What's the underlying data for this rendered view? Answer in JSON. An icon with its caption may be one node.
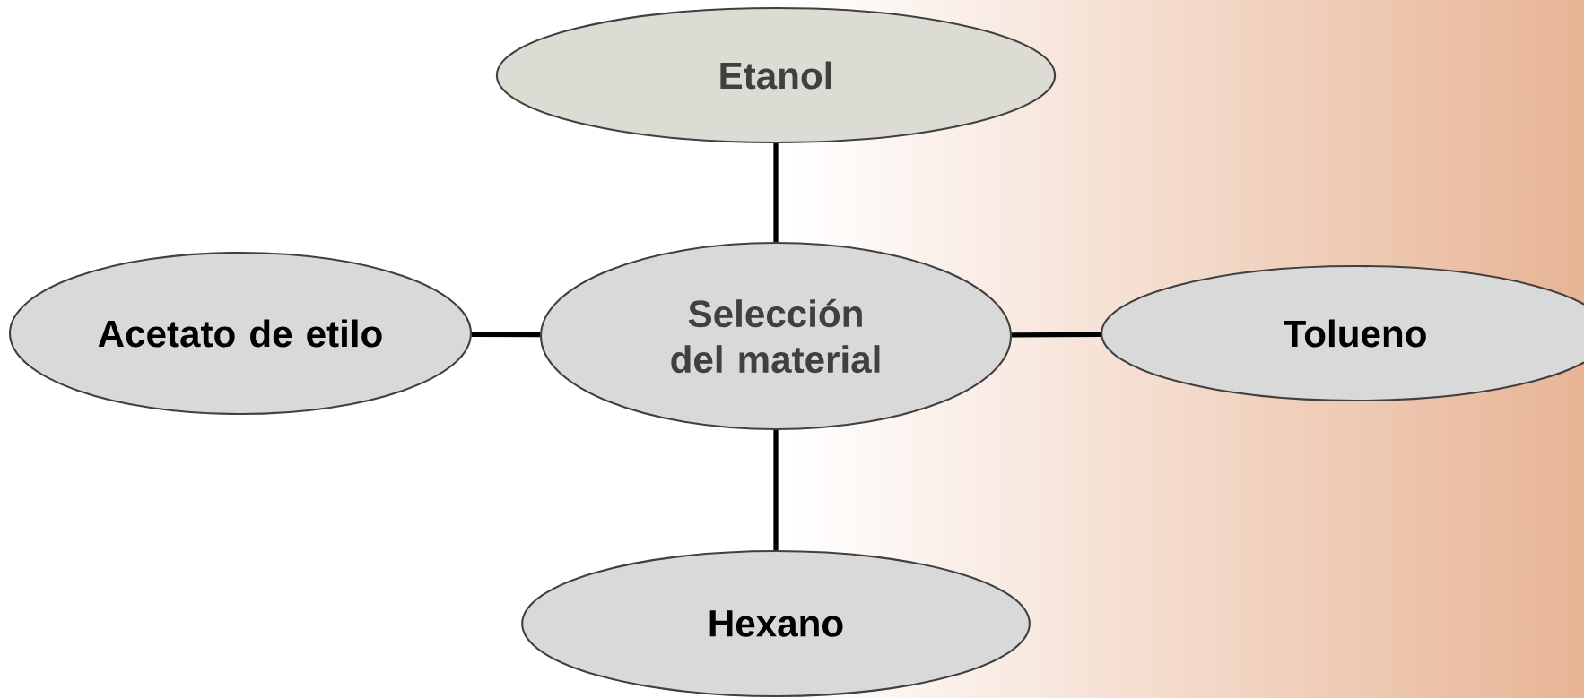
{
  "diagram": {
    "nodes": [
      {
        "text": [
          "Etanol"
        ]
      },
      {
        "text": [
          "Acetato de etilo"
        ]
      },
      {
        "text": [
          "Selección del material"
        ]
      },
      {
        "text": [
          "Tolueno"
        ]
      },
      {
        "text": [
          "Hexano"
        ]
      }
    ],
    "edges": [
      {
        "from": 2,
        "to": 0,
        "arrow": "none"
      },
      {
        "from": 2,
        "to": 1,
        "arrow": "none"
      },
      {
        "from": 2,
        "to": 3,
        "arrow": "none"
      },
      {
        "from": 2,
        "to": 4,
        "arrow": "none"
      }
    ]
  }
}
